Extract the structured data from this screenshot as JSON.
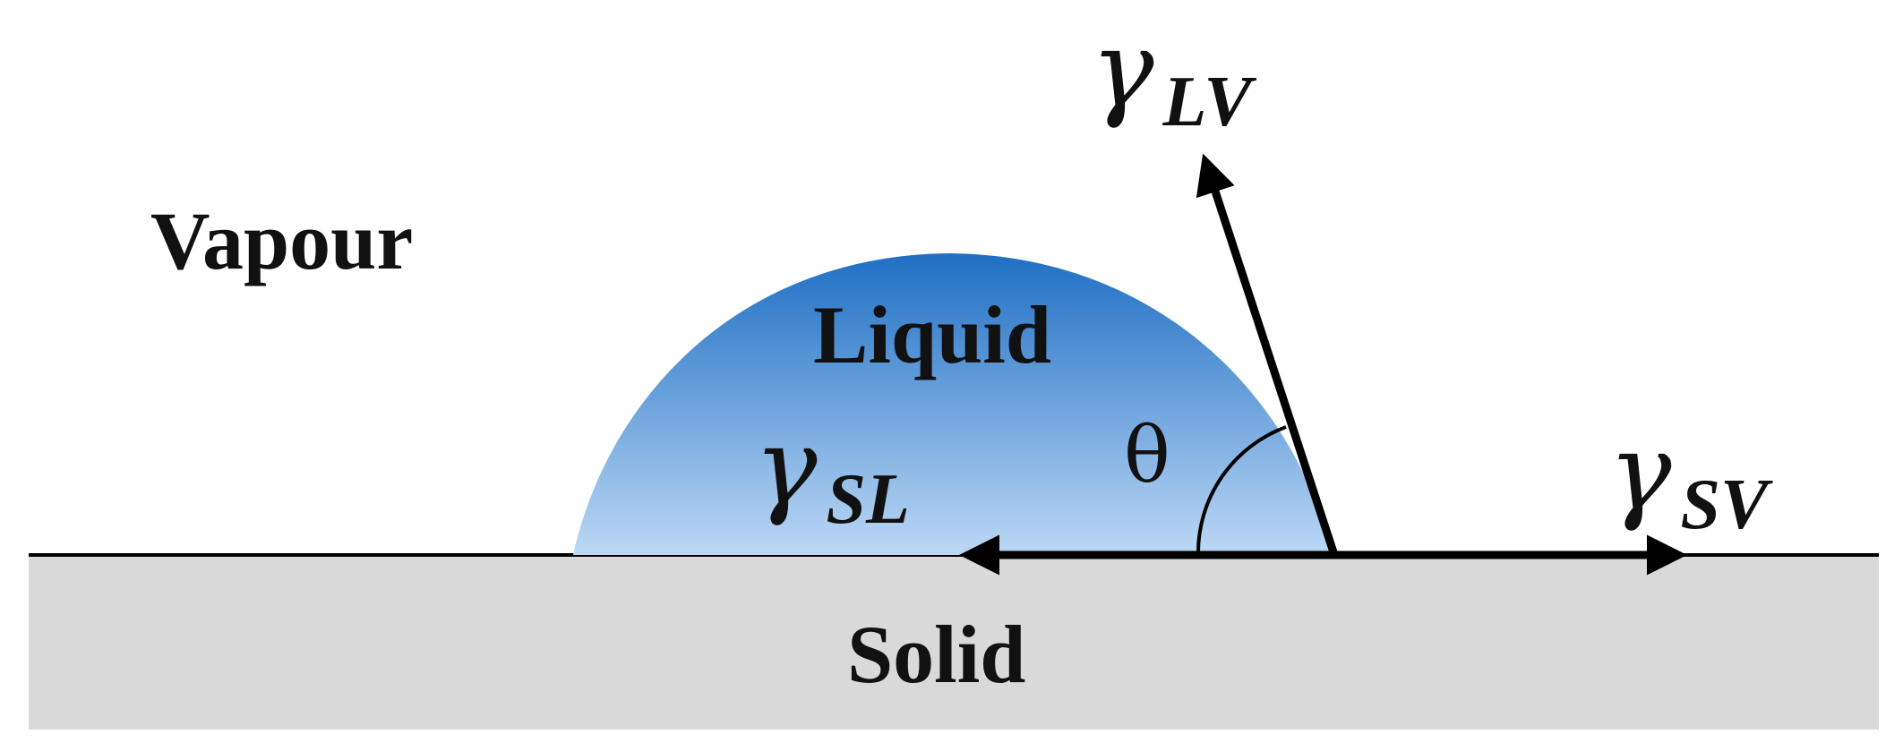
{
  "labels": {
    "vapour": "Vapour",
    "liquid": "Liquid",
    "solid": "Solid",
    "theta": "θ"
  },
  "tensions": {
    "lv": {
      "symbol": "γ",
      "subscript": "LV"
    },
    "sl": {
      "symbol": "γ",
      "subscript": "SL"
    },
    "sv": {
      "symbol": "γ",
      "subscript": "SV"
    }
  },
  "colors": {
    "solid_fill": "#d9d9d9",
    "liquid_top": "#1f6fc4",
    "liquid_bottom": "#bcd8f5",
    "line": "#000000"
  }
}
